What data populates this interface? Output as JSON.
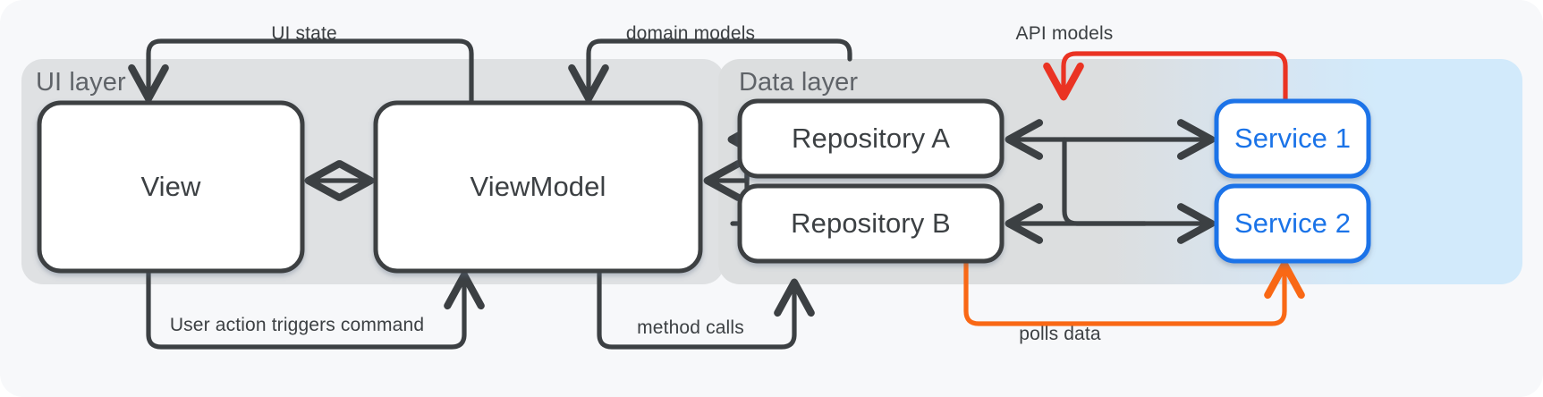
{
  "diagram": {
    "title": "Android app architecture layers data flow",
    "background_color": "#f7f8fa",
    "layers": [
      {
        "id": "ui-layer",
        "label": "UI layer",
        "fill": "#dfe1e3"
      },
      {
        "id": "data-layer",
        "label": "Data layer",
        "fill_start": "#dcdedf",
        "fill_end": "#d2eafb"
      }
    ],
    "nodes": [
      {
        "id": "view",
        "label": "View",
        "style": "neutral"
      },
      {
        "id": "viewmodel",
        "label": "ViewModel",
        "style": "neutral"
      },
      {
        "id": "repository-a",
        "label": "Repository A",
        "style": "neutral"
      },
      {
        "id": "repository-b",
        "label": "Repository B",
        "style": "neutral"
      },
      {
        "id": "service-1",
        "label": "Service  1",
        "style": "accent"
      },
      {
        "id": "service-2",
        "label": "Service 2",
        "style": "accent"
      }
    ],
    "edges": [
      {
        "id": "ui-state",
        "label": "UI state",
        "from": "viewmodel",
        "to": "view",
        "color": "#3c4043"
      },
      {
        "id": "user-action",
        "label": "User action triggers command",
        "from": "view",
        "to": "viewmodel",
        "color": "#3c4043"
      },
      {
        "id": "view-vm-sync",
        "label": "",
        "from": "view",
        "to": "viewmodel",
        "color": "#3c4043",
        "bidirectional": true
      },
      {
        "id": "domain-models",
        "label": "domain models",
        "from": "repository",
        "to": "viewmodel",
        "color": "#3c4043"
      },
      {
        "id": "method-calls",
        "label": "method calls",
        "from": "viewmodel",
        "to": "repository-b",
        "color": "#3c4043"
      },
      {
        "id": "vm-repo-fork",
        "label": "",
        "from": "viewmodel",
        "to": "repositories",
        "color": "#3c4043"
      },
      {
        "id": "api-models",
        "label": "API models",
        "from": "service-1",
        "to": "repository-a",
        "color": "#ea3323"
      },
      {
        "id": "polls-data",
        "label": "polls data",
        "from": "repository-b",
        "to": "service-2",
        "color": "#f96815"
      },
      {
        "id": "repo-a-svc",
        "label": "",
        "from": "repository-a",
        "to": "service-1",
        "color": "#3c4043",
        "bidirectional": true
      },
      {
        "id": "repo-b-svc",
        "label": "",
        "from": "repository-b",
        "to": "service-2",
        "color": "#3c4043",
        "bidirectional": true
      }
    ],
    "colors": {
      "stroke": "#3c4043",
      "accent_blue": "#1a73e8",
      "red": "#ea3323",
      "orange": "#f96815",
      "text_muted": "#5f6368",
      "node_fill": "#ffffff"
    }
  }
}
